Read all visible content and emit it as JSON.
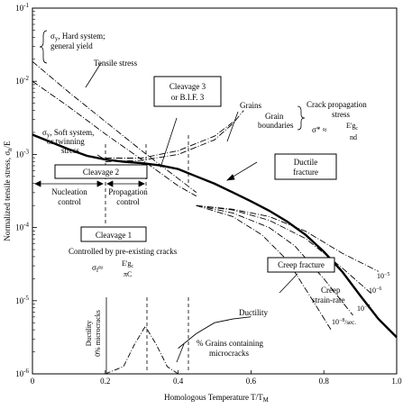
{
  "chart_data": {
    "type": "line",
    "xlabel": "Homologous Temperature T/T",
    "xlabel_sub": "M",
    "ylabel": "Normalized tensile stress, σ",
    "ylabel_sub": "n",
    "ylabel_tail": "/E",
    "x_ticks": [
      "0",
      "0.2",
      "0.4",
      "0.6",
      "0.8",
      "1.0"
    ],
    "y_ticks": [
      {
        "base": "10",
        "exp": "-1",
        "value": 0.1
      },
      {
        "base": "10",
        "exp": "-2",
        "value": 0.01
      },
      {
        "base": "10",
        "exp": "-3",
        "value": 0.001
      },
      {
        "base": "10",
        "exp": "-4",
        "value": 0.0001
      },
      {
        "base": "10",
        "exp": "-5",
        "value": 1e-05
      },
      {
        "base": "10",
        "exp": "-6",
        "value": 1e-06
      }
    ],
    "xlim": [
      0,
      1.0
    ],
    "ylim_log10": [
      -6,
      -1
    ],
    "series": [
      {
        "name": "main",
        "style": "solid-thick",
        "points": [
          [
            0,
            -2.73
          ],
          [
            0.05,
            -2.83
          ],
          [
            0.1,
            -2.93
          ],
          [
            0.15,
            -3.02
          ],
          [
            0.2,
            -3.07
          ],
          [
            0.25,
            -3.1
          ],
          [
            0.3,
            -3.12
          ],
          [
            0.35,
            -3.15
          ],
          [
            0.4,
            -3.2
          ],
          [
            0.45,
            -3.3
          ],
          [
            0.5,
            -3.4
          ],
          [
            0.55,
            -3.52
          ],
          [
            0.6,
            -3.64
          ],
          [
            0.65,
            -3.77
          ],
          [
            0.7,
            -3.92
          ],
          [
            0.75,
            -4.1
          ],
          [
            0.8,
            -4.33
          ],
          [
            0.85,
            -4.6
          ],
          [
            0.9,
            -4.93
          ],
          [
            0.95,
            -5.25
          ],
          [
            1.0,
            -5.5
          ]
        ]
      },
      {
        "name": "hard-yield",
        "style": "dashdot",
        "points": [
          [
            0,
            -1.73
          ],
          [
            0.1,
            -2.15
          ],
          [
            0.2,
            -2.55
          ],
          [
            0.3,
            -2.95
          ],
          [
            0.4,
            -3.33
          ],
          [
            0.45,
            -3.52
          ]
        ]
      },
      {
        "name": "tensile",
        "style": "dashdot",
        "points": [
          [
            0,
            -2.0
          ],
          [
            0.1,
            -2.35
          ],
          [
            0.2,
            -2.72
          ],
          [
            0.3,
            -3.07
          ],
          [
            0.4,
            -3.43
          ],
          [
            0.45,
            -3.57
          ]
        ]
      },
      {
        "name": "grains",
        "style": "dashdot",
        "points": [
          [
            0.2,
            -3.1
          ],
          [
            0.3,
            -3.08
          ],
          [
            0.4,
            -3.0
          ],
          [
            0.5,
            -2.8
          ],
          [
            0.55,
            -2.58
          ],
          [
            0.58,
            -2.4
          ]
        ]
      },
      {
        "name": "grain-boundaries",
        "style": "dashdot",
        "points": [
          [
            0.2,
            -3.05
          ],
          [
            0.3,
            -3.05
          ],
          [
            0.4,
            -2.95
          ],
          [
            0.5,
            -2.75
          ],
          [
            0.55,
            -2.56
          ]
        ]
      },
      {
        "name": "1e-5",
        "style": "dashdot",
        "points": [
          [
            0.45,
            -3.7
          ],
          [
            0.55,
            -3.75
          ],
          [
            0.65,
            -3.85
          ],
          [
            0.75,
            -4.05
          ],
          [
            0.85,
            -4.35
          ],
          [
            0.95,
            -4.6
          ]
        ]
      },
      {
        "name": "1e-6",
        "style": "dashdot",
        "points": [
          [
            0.45,
            -3.7
          ],
          [
            0.55,
            -3.76
          ],
          [
            0.65,
            -3.9
          ],
          [
            0.75,
            -4.15
          ],
          [
            0.85,
            -4.55
          ],
          [
            0.93,
            -4.9
          ]
        ]
      },
      {
        "name": "1e-7",
        "style": "dashdot",
        "points": [
          [
            0.45,
            -3.7
          ],
          [
            0.55,
            -3.8
          ],
          [
            0.65,
            -4.0
          ],
          [
            0.72,
            -4.25
          ],
          [
            0.8,
            -4.7
          ],
          [
            0.88,
            -5.2
          ]
        ]
      },
      {
        "name": "1e-8",
        "style": "dashdot",
        "points": [
          [
            0.45,
            -3.7
          ],
          [
            0.55,
            -3.85
          ],
          [
            0.63,
            -4.1
          ],
          [
            0.7,
            -4.45
          ],
          [
            0.77,
            -5.0
          ],
          [
            0.82,
            -5.4
          ]
        ]
      }
    ],
    "ductility_curve": [
      [
        0.4,
        -5.65
      ],
      [
        0.45,
        -5.45
      ],
      [
        0.5,
        -5.3
      ],
      [
        0.55,
        -5.25
      ],
      [
        0.6,
        -5.22
      ]
    ],
    "microcrack_curve": [
      [
        0.2,
        -6.0
      ],
      [
        0.25,
        -5.9
      ],
      [
        0.28,
        -5.6
      ],
      [
        0.31,
        -5.35
      ],
      [
        0.34,
        -5.6
      ],
      [
        0.37,
        -5.9
      ],
      [
        0.4,
        -6.0
      ]
    ],
    "labels": {
      "hard_yield_1": "σ",
      "hard_yield_1_sub": "y",
      "hard_yield_1_tail": ", Hard system;",
      "hard_yield_2": "general yield",
      "tensile": "Tensile stress",
      "soft_1": "σ",
      "soft_1_sub": "y",
      "soft_1_tail": ", Soft system,",
      "soft_2": "or twinning",
      "soft_3": "stress",
      "cleavage2": "Cleavage 2",
      "cleavage3_1": "Cleavage 3",
      "cleavage3_2": "or B.I.F. 3",
      "grains": "Grains",
      "grain_b1": "Grain",
      "grain_b2": "boundaries",
      "crack_prop_1": "Crack propagation",
      "crack_prop_2": "stress",
      "sigma_star": "σ* ≈",
      "sigma_star_num": "E'g",
      "sigma_star_num_sub": "c",
      "sigma_star_den": "nd",
      "ductile_1": "Ductile",
      "ductile_2": "fracture",
      "nucleation_1": "Nucleation",
      "nucleation_2": "control",
      "propagation_1": "Propagation",
      "propagation_2": "control",
      "cleavage1": "Cleavage 1",
      "preexisting": "Controlled by pre-existing cracks",
      "sigma_f": "σ",
      "sigma_f_sub": "f",
      "sigma_f_eq": "≈",
      "sigma_f_num": "E'g",
      "sigma_f_num_sub": "c",
      "sigma_f_den": "πC",
      "creep_fracture": "Creep fracture",
      "creep_rate_1": "Creep",
      "creep_rate_2": "strain-rate",
      "rate_5": "10",
      "rate_5_exp": "−5",
      "rate_6": "10",
      "rate_6_exp": "−6",
      "rate_7": "10",
      "rate_7_exp": "−7",
      "rate_8": "10",
      "rate_8_exp": "−8",
      "rate_8_tail": "/sec.",
      "ductility": "Ductility",
      "duct_axis_1": "Ductility",
      "duct_axis_2": "0% microcracks",
      "grains_cont_1": "% Grains containing",
      "grains_cont_2": "microcracks"
    }
  }
}
